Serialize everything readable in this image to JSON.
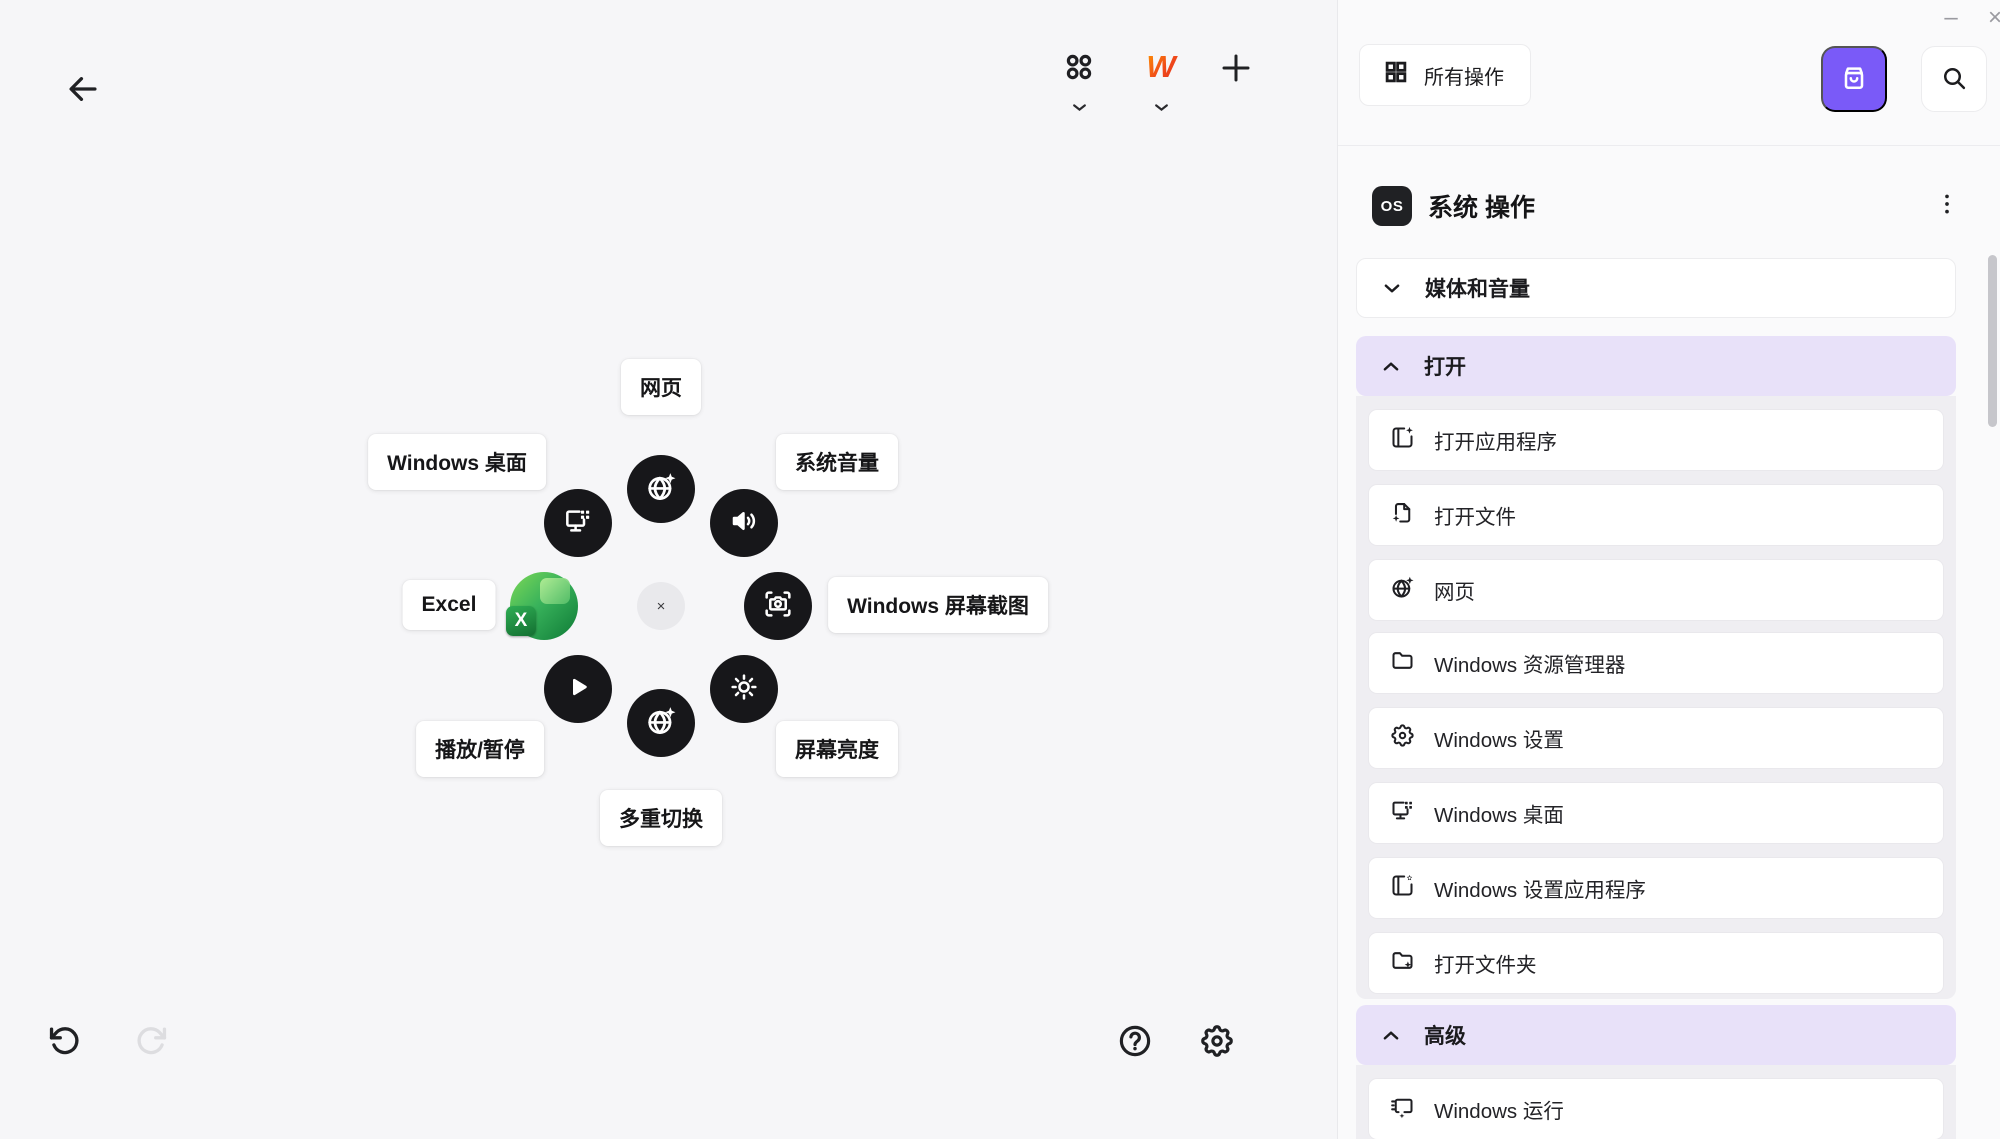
{
  "titlebar": {
    "minimize": "–",
    "close": "×"
  },
  "toolbar": {
    "back_icon": "arrow-left-icon",
    "tabs": [
      {
        "icon": "grid-dots-icon",
        "active": false
      },
      {
        "icon": "wps-logo-icon",
        "letter": "W",
        "active": true
      }
    ],
    "add_icon": "plus-icon"
  },
  "canvas": {
    "radial": {
      "center": "×",
      "buttons": [
        {
          "pos": "top",
          "icon": "globe-sparkle-icon",
          "label": "网页"
        },
        {
          "pos": "top-right",
          "icon": "speaker-icon",
          "label": "系统音量"
        },
        {
          "pos": "right",
          "icon": "screenshot-camera-icon",
          "label": "Windows 屏幕截图"
        },
        {
          "pos": "bottom-right",
          "icon": "brightness-icon",
          "label": "屏幕亮度"
        },
        {
          "pos": "bottom",
          "icon": "globe-sparkle-icon",
          "label": "多重切换"
        },
        {
          "pos": "bottom-left",
          "icon": "play-icon",
          "label": "播放/暂停"
        },
        {
          "pos": "left",
          "icon": "excel-logo-icon",
          "label": "Excel",
          "badge": "X"
        },
        {
          "pos": "top-left",
          "icon": "desktop-icon",
          "label": "Windows 桌面"
        }
      ]
    },
    "footer": {
      "undo_icon": "undo-icon",
      "redo_icon": "redo-icon",
      "help_icon": "help-icon",
      "settings_icon": "gear-icon"
    }
  },
  "panel": {
    "all_actions": "所有操作",
    "store_icon": "store-bag-icon",
    "search_icon": "search-icon",
    "group": {
      "badge": "OS",
      "title": "系统 操作",
      "menu_icon": "kebab-menu-icon"
    },
    "sections": [
      {
        "label": "媒体和音量",
        "state": "collapsed",
        "items": []
      },
      {
        "label": "打开",
        "state": "expanded",
        "items": [
          {
            "icon": "app-sparkle-icon",
            "label": "打开应用程序"
          },
          {
            "icon": "file-sparkle-icon",
            "label": "打开文件"
          },
          {
            "icon": "globe-sparkle-icon",
            "label": "网页"
          },
          {
            "icon": "folder-icon",
            "label": "Windows 资源管理器"
          },
          {
            "icon": "gear-icon",
            "label": "Windows 设置"
          },
          {
            "icon": "desktop-icon",
            "label": "Windows 桌面"
          },
          {
            "icon": "app-gear-icon",
            "label": "Windows 设置应用程序"
          },
          {
            "icon": "folder-sparkle-icon",
            "label": "打开文件夹"
          }
        ]
      },
      {
        "label": "高级",
        "state": "expanded",
        "items": [
          {
            "icon": "run-command-icon",
            "label": "Windows 运行"
          }
        ]
      }
    ]
  },
  "colors": {
    "accent": "#7a5af8",
    "accent_light": "#e8e1f9",
    "canvas_bg": "#f6f6f8",
    "circle": "#17171a"
  }
}
